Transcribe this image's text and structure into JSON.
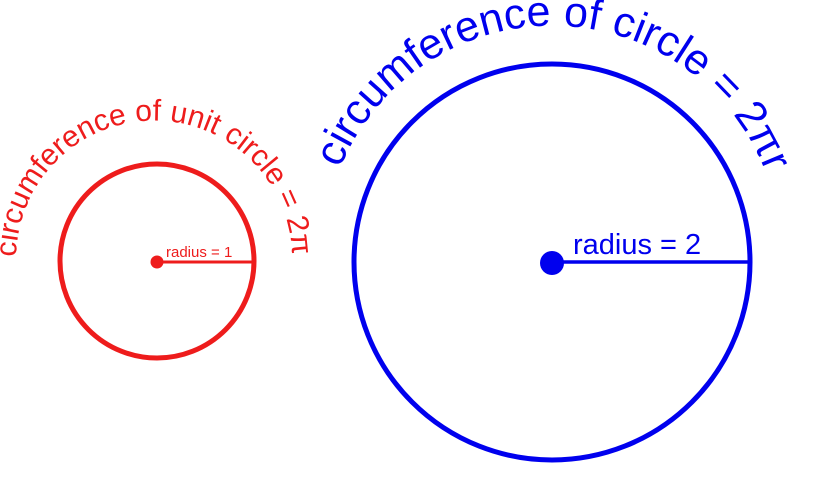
{
  "small_circle": {
    "color": "#ee1c1c",
    "circumference_label": "circumference of unit circle = 2π",
    "radius_label": "radius = 1"
  },
  "big_circle": {
    "color": "#0000ee",
    "circumference_label": "circumference of circle = 2πr",
    "radius_label": "radius = 2"
  }
}
